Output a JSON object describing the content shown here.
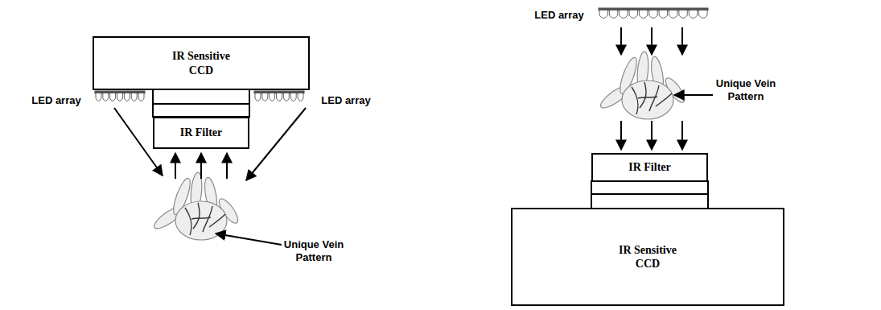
{
  "diagram": {
    "nodes": [
      {
        "text": [
          "IR Sensitive CCD"
        ]
      },
      {
        "text": [
          "IR Filter"
        ]
      },
      {
        "text": [
          "IR Filter"
        ]
      },
      {
        "text": [
          "IR Sensitive CCD"
        ]
      }
    ],
    "labels": [
      "LED array",
      "LED array",
      "Unique Vein Pattern",
      "LED array",
      "Unique Vein Pattern"
    ]
  }
}
